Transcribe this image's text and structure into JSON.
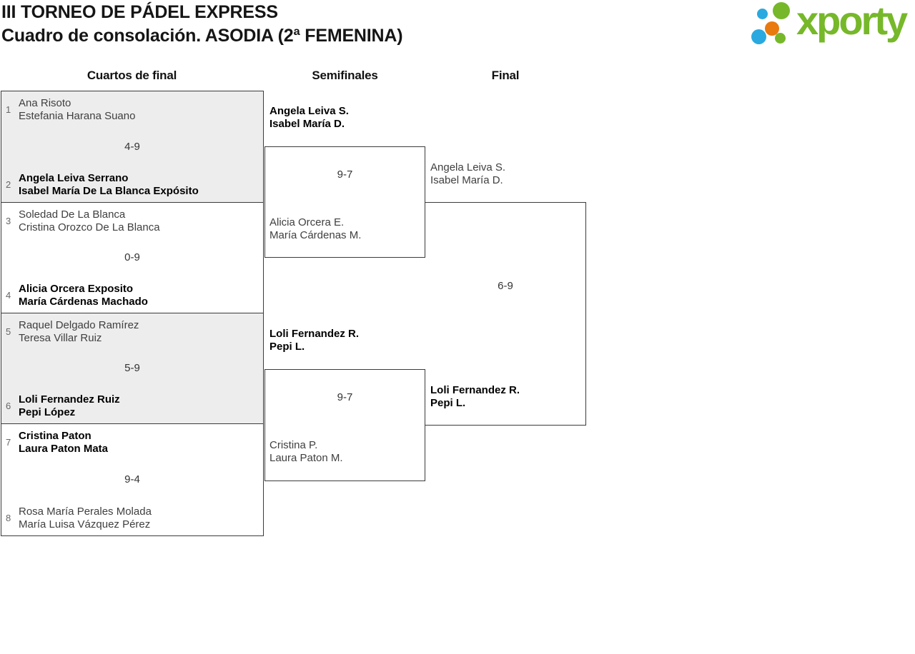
{
  "header": {
    "title_line1": "III TORNEO DE PÁDEL EXPRESS",
    "title_line2": "Cuadro de consolación. ASODIA (2ª FEMENINA)",
    "logo": {
      "text": "xporty"
    }
  },
  "rounds": [
    {
      "label": "Cuartos de final"
    },
    {
      "label": "Semifinales"
    },
    {
      "label": "Final"
    }
  ],
  "bracket": {
    "quarterfinals": [
      {
        "seed_top": "1",
        "team_top": [
          "Ana Risoto",
          "Estefania Harana Suano"
        ],
        "score": "4-9",
        "seed_bottom": "2",
        "team_bottom": [
          "Angela Leiva Serrano",
          "Isabel María De La Blanca Expósito"
        ],
        "winner": "bottom"
      },
      {
        "seed_top": "3",
        "team_top": [
          "Soledad De La Blanca",
          "Cristina Orozco De La Blanca"
        ],
        "score": "0-9",
        "seed_bottom": "4",
        "team_bottom": [
          "Alicia Orcera Exposito",
          "María Cárdenas Machado"
        ],
        "winner": "bottom"
      },
      {
        "seed_top": "5",
        "team_top": [
          "Raquel Delgado Ramírez",
          "Teresa Villar Ruiz"
        ],
        "score": "5-9",
        "seed_bottom": "6",
        "team_bottom": [
          "Loli Fernandez Ruiz",
          "Pepi López"
        ],
        "winner": "bottom"
      },
      {
        "seed_top": "7",
        "team_top": [
          "Cristina Paton",
          "Laura Paton Mata"
        ],
        "score": "9-4",
        "seed_bottom": "8",
        "team_bottom": [
          "Rosa María Perales Molada",
          "María Luisa Vázquez Pérez"
        ],
        "winner": "top"
      }
    ],
    "semifinals": [
      {
        "team_top": [
          "Angela Leiva S.",
          "Isabel María D."
        ],
        "score": "9-7",
        "team_bottom": [
          "Alicia Orcera E.",
          "María Cárdenas M."
        ],
        "winner": "top"
      },
      {
        "team_top": [
          "Loli Fernandez R.",
          "Pepi L."
        ],
        "score": "9-7",
        "team_bottom": [
          "Cristina P.",
          "Laura Paton M."
        ],
        "winner": "top"
      }
    ],
    "final": {
      "team_top": [
        "Angela Leiva S.",
        "Isabel María D."
      ],
      "score": "6-9",
      "team_bottom": [
        "Loli Fernandez R.",
        "Pepi L."
      ],
      "winner": "bottom"
    }
  },
  "colors": {
    "logo_green": "#76b82a",
    "logo_blue": "#29a9e0",
    "logo_orange": "#e87a10",
    "box_grey": "#ededed",
    "line": "#3b3b3b",
    "loser_text": "#3f3f3f",
    "winner_text": "#000000",
    "seed_text": "#666666",
    "score_text": "#333333"
  }
}
